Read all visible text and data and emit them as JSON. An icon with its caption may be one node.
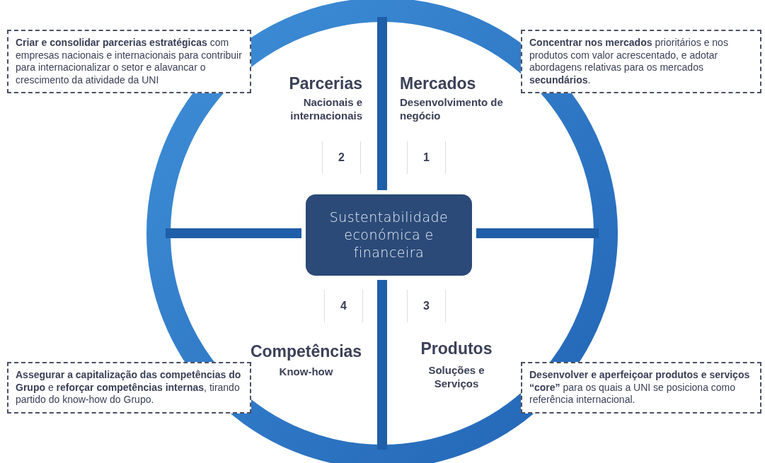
{
  "diagram": {
    "nodes": [
      {
        "text": [
          "**Criar e consolidar parcerias estratégicas** com empresas nacionais e internacionais para contribuir para internacionalizar o setor e alavancar o crescimento da atividade da UNI"
        ]
      },
      {
        "text": [
          "Parcerias",
          "Nacionais e internacionais"
        ]
      },
      {
        "text": [
          "Mercados",
          "Desenvolvimento de negócio"
        ]
      },
      {
        "text": [
          "**Concentrar nos mercados** prioritários e nos produtos com valor acrescentado, e adotar abordagens relativas para os mercados **secundários**."
        ]
      },
      {
        "text": [
          "Sustentabilidade económica e financeira"
        ]
      },
      {
        "text": [
          "Competências",
          "Know-how"
        ]
      },
      {
        "text": [
          "Produtos",
          "Soluções e Serviços"
        ]
      },
      {
        "text": [
          "**Assegurar a capitalização das competências do Grupo** e **reforçar competências internas**, tirando partido do know-how do Grupo."
        ]
      },
      {
        "text": [
          "**Desenvolver e aperfeiçoar produtos e serviços “core”** para os quais a UNI se posiciona como referência internacional."
        ]
      }
    ],
    "labels": [
      "2",
      "1",
      "4",
      "3"
    ]
  }
}
